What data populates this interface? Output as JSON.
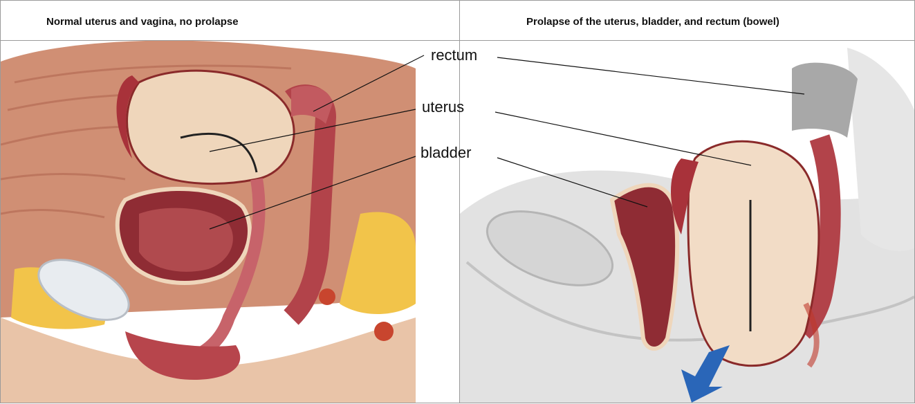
{
  "panels": {
    "left": {
      "title": "Normal uterus and vagina, no prolapse"
    },
    "right": {
      "title": "Prolapse of the uterus, bladder, and rectum (bowel)"
    }
  },
  "labels": {
    "rectum": "rectum",
    "uterus": "uterus",
    "bladder": "bladder"
  },
  "colors": {
    "muscle": "#c9866e",
    "tissue_light": "#f2d6c0",
    "organ_red": "#a8323a",
    "fat_yellow": "#f2c44a",
    "grey_tissue": "#c8c8c8",
    "arrow_blue": "#2a66b8"
  }
}
